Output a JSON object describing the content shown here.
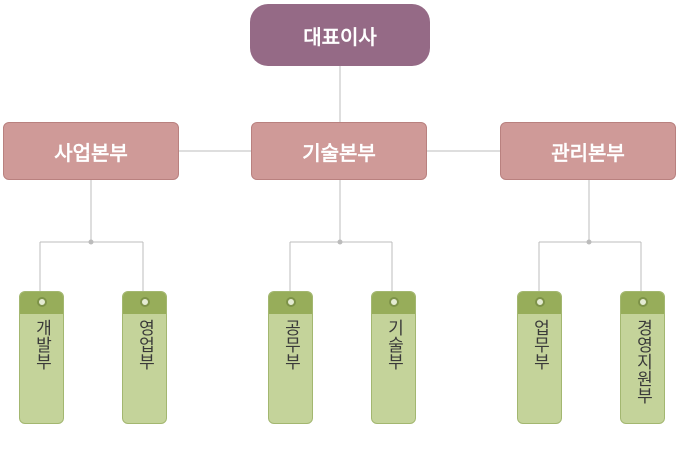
{
  "ceo": {
    "label": "대표이사"
  },
  "divisions": [
    {
      "label": "사업본부",
      "departments": [
        {
          "label": "개발부"
        },
        {
          "label": "영업부"
        }
      ]
    },
    {
      "label": "기술본부",
      "departments": [
        {
          "label": "공무부"
        },
        {
          "label": "기술부"
        }
      ]
    },
    {
      "label": "관리본부",
      "departments": [
        {
          "label": "업무부"
        },
        {
          "label": "경영지원부"
        }
      ]
    }
  ],
  "colors": {
    "ceo": "#956a86",
    "division": "#cf9a98",
    "department_body": "#c4d39a",
    "department_head": "#97ad5a",
    "connector": "#bcbcbc"
  }
}
